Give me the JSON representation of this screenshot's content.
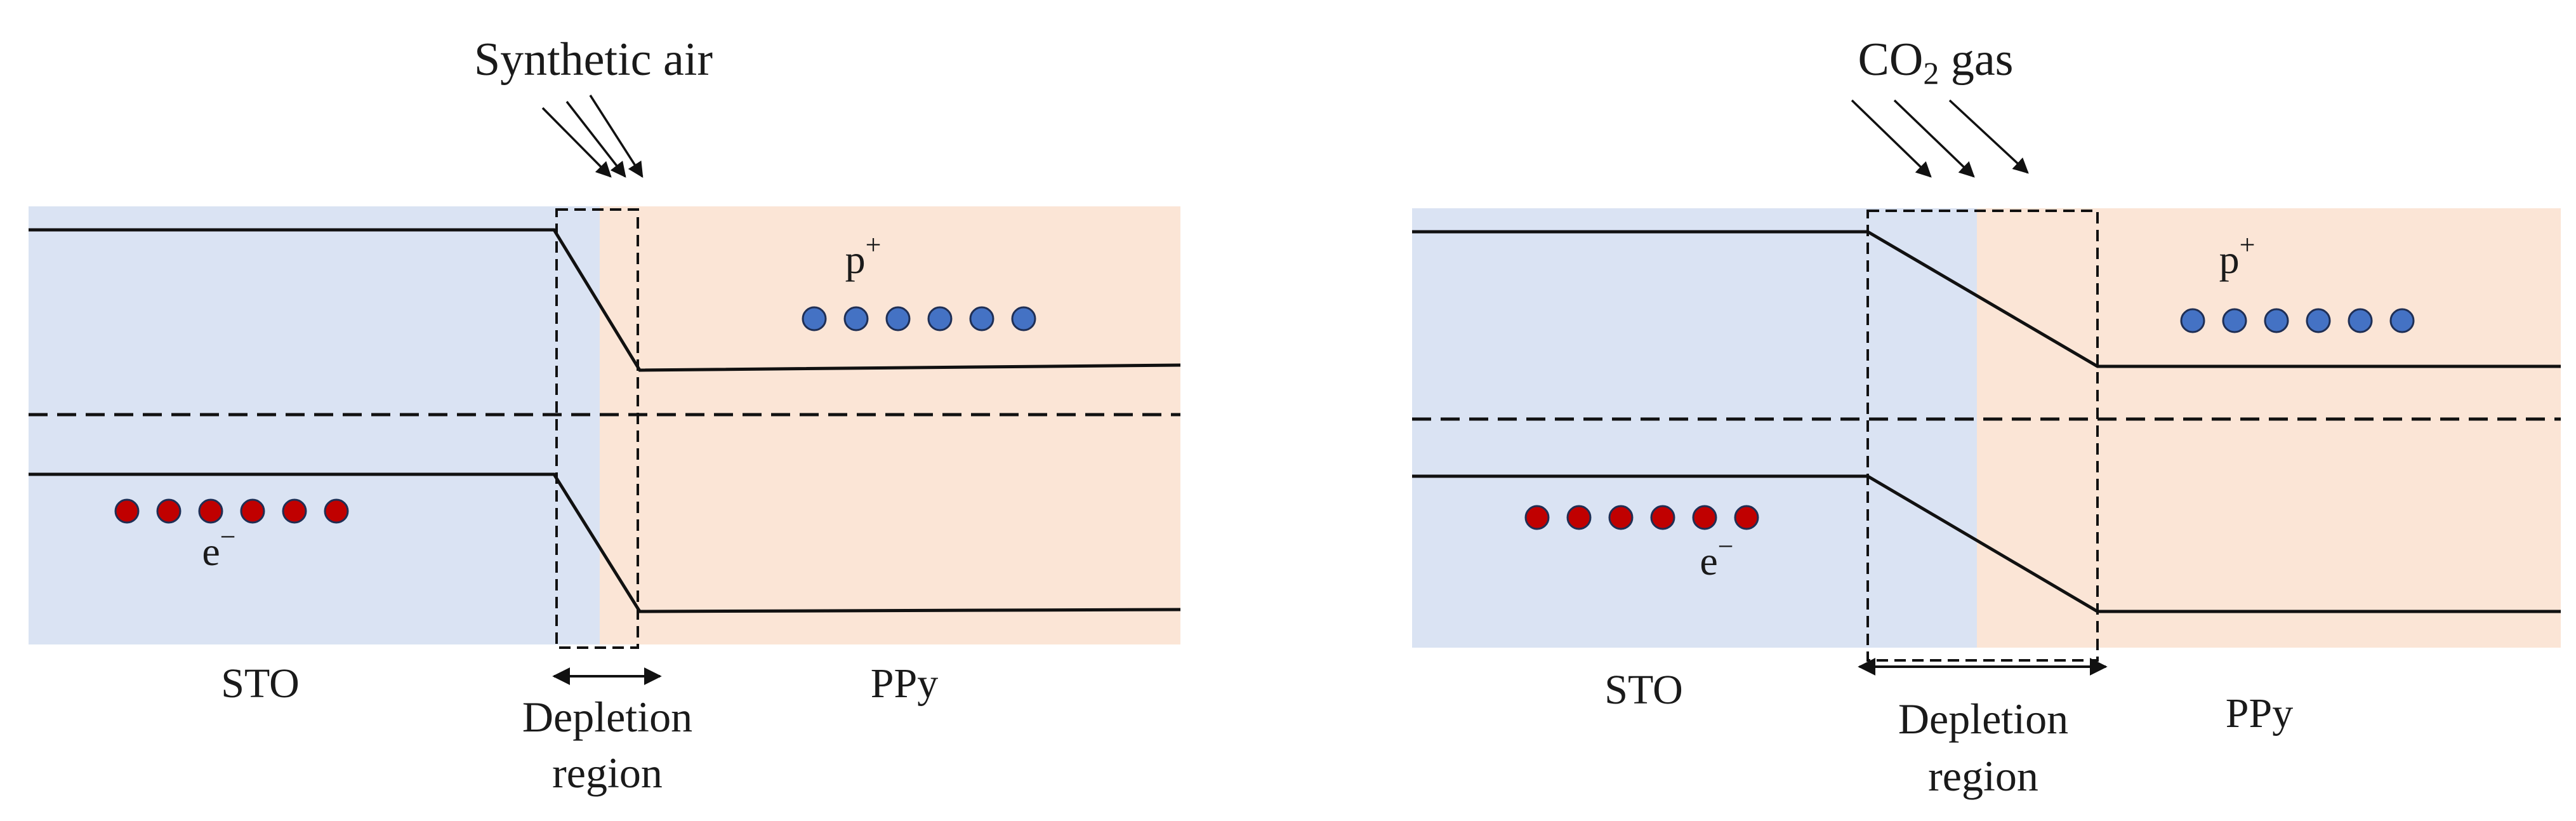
{
  "colors": {
    "sto_region": "#dae3f3",
    "ppy_region": "#fbe5d6",
    "electron": "#c00000",
    "hole": "#4472c4",
    "line": "#111111"
  },
  "panels": [
    {
      "gas_label": "Synthetic air",
      "gas_label_main": "",
      "gas_label_sub": "",
      "gas_label_tail": "",
      "left_material": "STO",
      "right_material": "PPy",
      "depletion_line1": "Depletion",
      "depletion_line2": "region",
      "hole_base": "p",
      "hole_sup": "+",
      "electron_base": "e",
      "electron_sup": "−",
      "electron_count": 6,
      "hole_count": 6
    },
    {
      "gas_label": "",
      "gas_label_main": "CO",
      "gas_label_sub": "2",
      "gas_label_tail": " gas",
      "left_material": "STO",
      "right_material": "PPy",
      "depletion_line1": "Depletion",
      "depletion_line2": "region",
      "hole_base": "p",
      "hole_sup": "+",
      "electron_base": "e",
      "electron_sup": "−",
      "electron_count": 6,
      "hole_count": 6
    }
  ]
}
